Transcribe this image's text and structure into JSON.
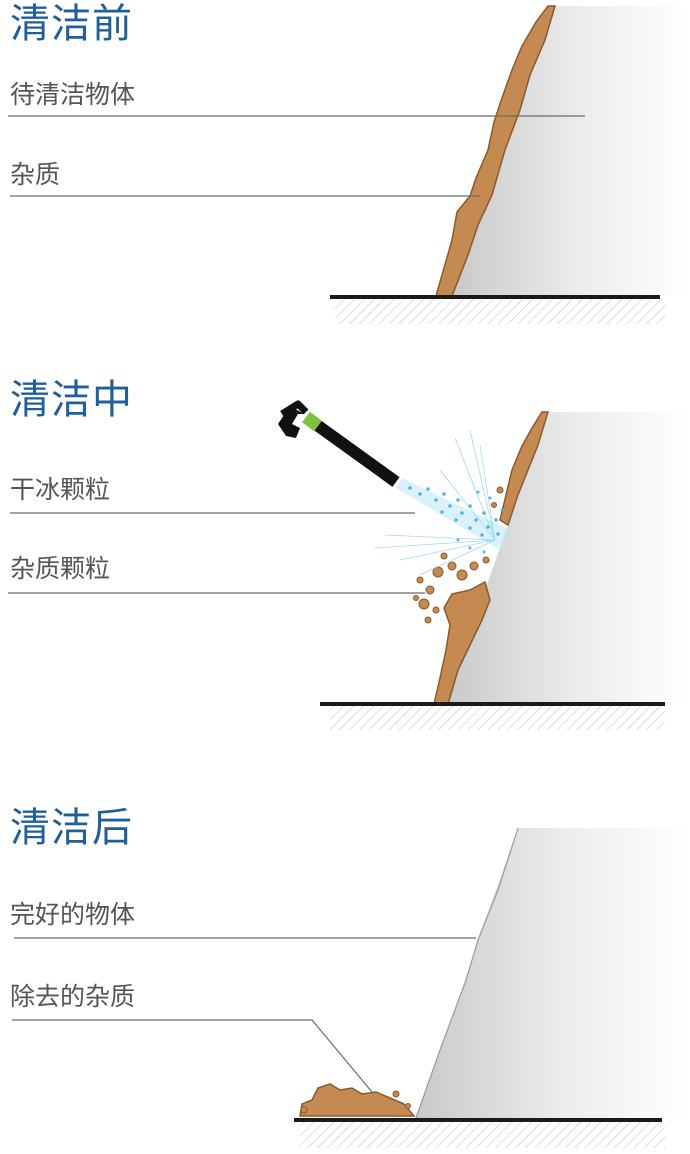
{
  "before": {
    "title": "清洁前",
    "labels": [
      "待清洁物体",
      "杂质"
    ]
  },
  "during": {
    "title": "清洁中",
    "labels": [
      "干冰颗粒",
      "杂质颗粒"
    ]
  },
  "after": {
    "title": "清洁后",
    "labels": [
      "完好的物体",
      "除去的杂质"
    ]
  },
  "colors": {
    "title": "#1f5f9a",
    "dirt": "#c48a52",
    "dirt_edge": "#8a5a2e",
    "spray": "#6cc6ea",
    "nozzle_accent": "#7dc242",
    "wall_light": "#f7f7f7",
    "wall_dark": "#c8c8c8"
  }
}
